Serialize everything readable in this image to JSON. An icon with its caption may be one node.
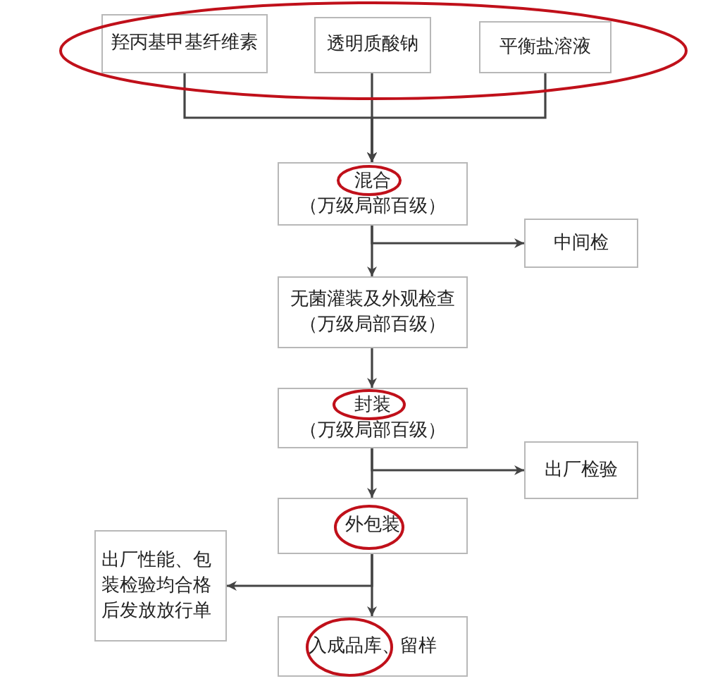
{
  "diagram": {
    "nodes": [
      {
        "text": [
          "羟丙基甲基纤维素"
        ]
      },
      {
        "text": [
          "透明质酸钠"
        ]
      },
      {
        "text": [
          "平衡盐溶液"
        ]
      },
      {
        "text": [
          "混合",
          "（万级局部百级）"
        ]
      },
      {
        "text": [
          "中间检"
        ]
      },
      {
        "text": [
          "无菌灌装及外观检查",
          "（万级局部百级）"
        ]
      },
      {
        "text": [
          "封装",
          "（万级局部百级）"
        ]
      },
      {
        "text": [
          "出厂检验"
        ]
      },
      {
        "text": [
          "外包装"
        ]
      },
      {
        "text": [
          "出厂性能、包装检验均合格后发放放行单"
        ]
      },
      {
        "text": [
          "入成品库、留样"
        ]
      }
    ],
    "edges": [
      {
        "from": 0,
        "to": 3,
        "arrow": "to"
      },
      {
        "from": 1,
        "to": 3,
        "arrow": "to"
      },
      {
        "from": 2,
        "to": 3,
        "arrow": "to"
      },
      {
        "from": 3,
        "to": 5,
        "arrow": "to"
      },
      {
        "from": 3,
        "to": 4,
        "arrow": "to"
      },
      {
        "from": 5,
        "to": 6,
        "arrow": "to"
      },
      {
        "from": 6,
        "to": 8,
        "arrow": "to"
      },
      {
        "from": 6,
        "to": 7,
        "arrow": "to"
      },
      {
        "from": 8,
        "to": 10,
        "arrow": "to"
      },
      {
        "from": 8,
        "to": 9,
        "arrow": "to"
      }
    ]
  }
}
